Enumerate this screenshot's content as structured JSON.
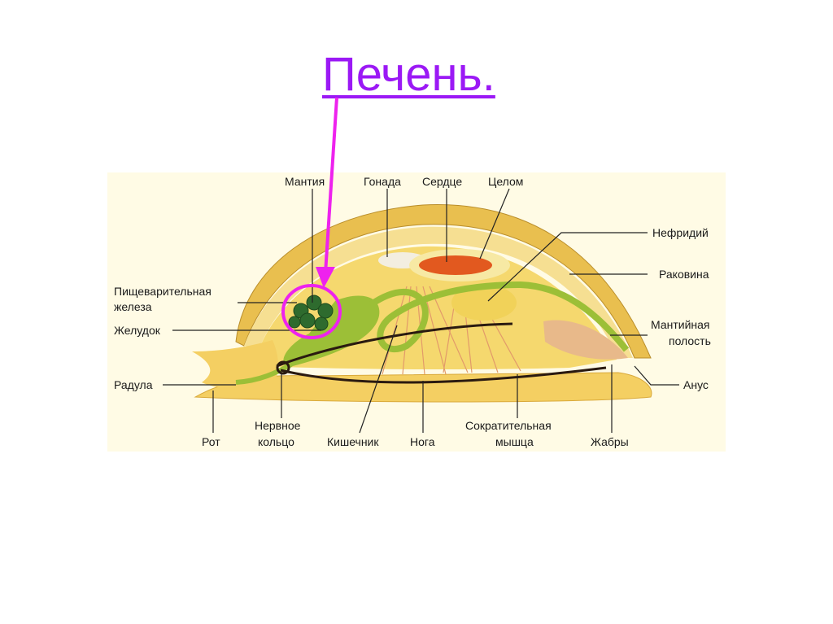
{
  "title": "Печень.",
  "colors": {
    "title": "#9b19f5",
    "pointer": "#ee22ee",
    "panel": "#fffbe5",
    "shell": "#e9bf4f",
    "body": "#f5d86e",
    "foot": "#f4cf62",
    "gut": "#9cbf37",
    "heart": "#e2591f",
    "gland": "#2e6b2e"
  },
  "labels": {
    "mantle": "Мантия",
    "gonad": "Гонада",
    "heart": "Сердце",
    "coelom": "Целом",
    "nephridium": "Нефридий",
    "shell": "Раковина",
    "digestive_gland_1": "Пищеварительная",
    "digestive_gland_2": "железа",
    "stomach": "Желудок",
    "mantle_cavity_1": "Мантийная",
    "mantle_cavity_2": "полость",
    "radula": "Радула",
    "anus": "Анус",
    "mouth": "Рот",
    "nerve_ring_1": "Нервное",
    "nerve_ring_2": "кольцо",
    "intestine": "Кишечник",
    "foot": "Нога",
    "retractor_1": "Сократительная",
    "retractor_2": "мышца",
    "gills": "Жабры"
  }
}
